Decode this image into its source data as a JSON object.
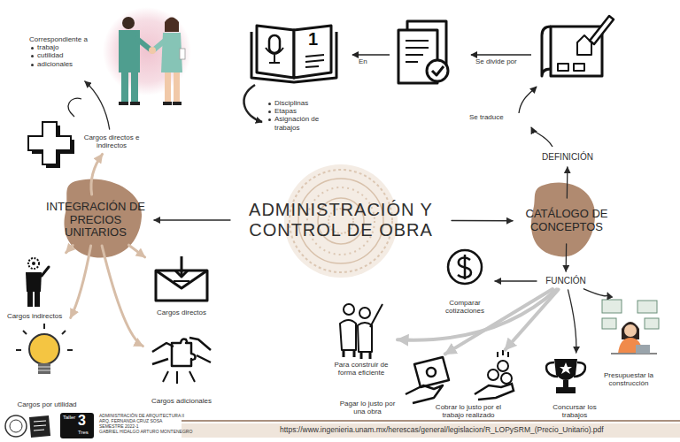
{
  "diagram": {
    "nodes": [
      {
        "text": [
          "Correspondiente a",
          "trabajo",
          "cutilidad",
          "adicionales"
        ]
      },
      {
        "text": [
          "Disciplinas",
          "Etapas",
          "Asignación de trabajos"
        ]
      },
      {
        "text": [
          "Cargos directos e indirectos"
        ]
      },
      {
        "text": [
          "DEFINICIÓN"
        ]
      },
      {
        "text": [
          "ADMINISTRACIÓN Y CONTROL DE OBRA"
        ]
      },
      {
        "text": [
          "INTEGRACIÓN DE PRECIOS UNITARIOS"
        ]
      },
      {
        "text": [
          "CATÁLOGO DE CONCEPTOS"
        ]
      },
      {
        "text": [
          "FUNCIÓN"
        ]
      },
      {
        "text": [
          "Comparar cotizaciones"
        ]
      },
      {
        "text": [
          "Cargos indirectos"
        ]
      },
      {
        "text": [
          "Cargos directos"
        ]
      },
      {
        "text": [
          "Para construir de forma eficiente"
        ]
      },
      {
        "text": [
          "Presupuestar la construcción"
        ]
      },
      {
        "text": [
          "Cargos por utilidad"
        ]
      },
      {
        "text": [
          "Cargos adicionales"
        ]
      },
      {
        "text": [
          "Pagar lo justo por una obra"
        ]
      },
      {
        "text": [
          "Cobrar lo justo por el trabajo realizado"
        ]
      },
      {
        "text": [
          "Concursar los trabajos"
        ]
      }
    ],
    "edges": [
      {
        "from": 4,
        "to": 6,
        "arrow": "to"
      },
      {
        "from": 4,
        "to": 5,
        "arrow": "to"
      },
      {
        "from": 6,
        "to": 3,
        "arrow": "to"
      },
      {
        "from": 6,
        "to": 7,
        "arrow": "to"
      },
      {
        "from": 7,
        "to": 8,
        "arrow": "to"
      },
      {
        "from": 7,
        "to": 11,
        "arrow": "to"
      },
      {
        "from": 7,
        "to": 15,
        "arrow": "to"
      },
      {
        "from": 7,
        "to": 16,
        "arrow": "to"
      },
      {
        "from": 7,
        "to": 17,
        "arrow": "to"
      },
      {
        "from": 7,
        "to": 12,
        "arrow": "to"
      },
      {
        "from": 5,
        "to": 2,
        "arrow": "to"
      },
      {
        "from": 5,
        "to": 9,
        "arrow": "to"
      },
      {
        "from": 5,
        "to": 10,
        "arrow": "to"
      },
      {
        "from": 5,
        "to": 13,
        "arrow": "to"
      },
      {
        "from": 5,
        "to": 14,
        "arrow": "to"
      },
      {
        "from": 2,
        "to": 0,
        "arrow": "to"
      }
    ],
    "labels": [
      "Se divide por",
      "En",
      "1",
      "Se traduce",
      "Taller",
      "3",
      "Tres",
      "ADMINISTRACIÓN DE ARQUITECTURA II",
      "ARQ. FERNANDA CRUZ SOSA",
      "SEMESTRE 2022-1",
      "GABRIEL HIDALGO ARTURO MONTENEGRO",
      "https://www.ingenieria.unam.mx/herescas/general/legislacion/R_LOPySRM_(Precio_Unitario).pdf"
    ]
  }
}
